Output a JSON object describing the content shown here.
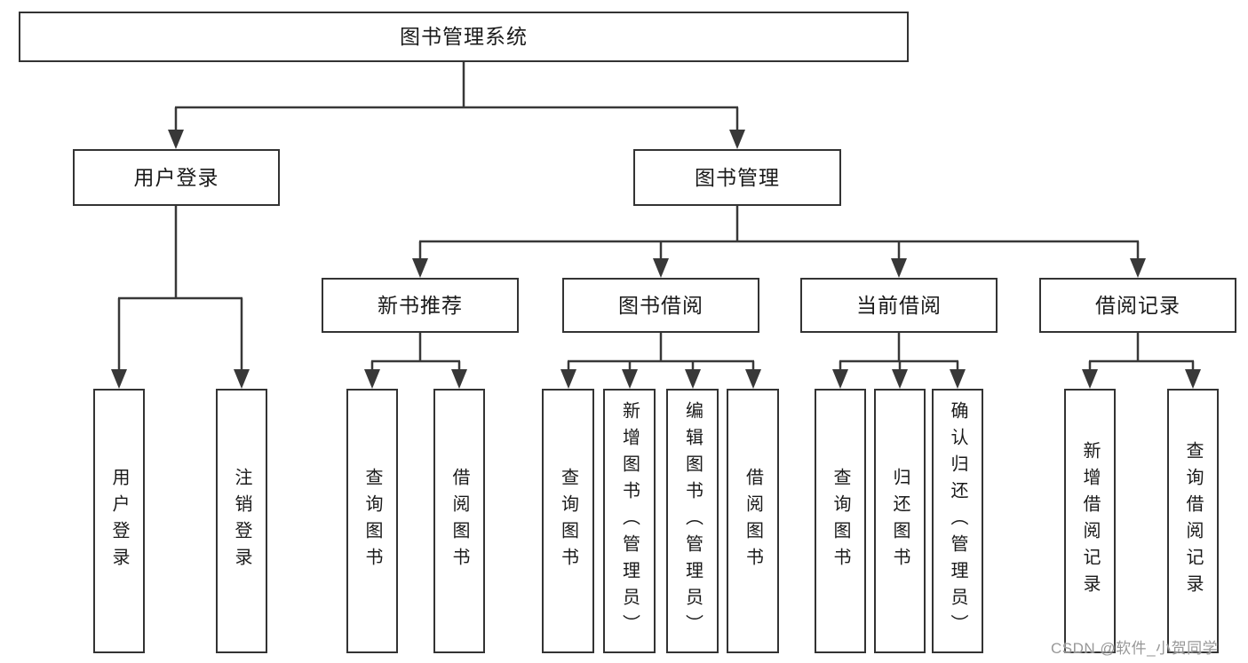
{
  "colors": {
    "background": "#ffffff",
    "box_border": "#333333",
    "connector_line": "#383838",
    "text": "#1a1a1a",
    "watermark": "#989898"
  },
  "tree": {
    "root": "图书管理系统",
    "children": [
      {
        "label": "用户登录",
        "children": [
          "用户登录",
          "注销登录"
        ]
      },
      {
        "label": "图书管理",
        "children": [
          {
            "label": "新书推荐",
            "children": [
              "查询图书",
              "借阅图书"
            ]
          },
          {
            "label": "图书借阅",
            "children": [
              "查询图书",
              "新增图书（管理员）",
              "编辑图书（管理员）",
              "借阅图书"
            ]
          },
          {
            "label": "当前借阅",
            "children": [
              "查询图书",
              "归还图书",
              "确认归还（管理员）"
            ]
          },
          {
            "label": "借阅记录",
            "children": [
              "新增借阅记录",
              "查询借阅记录"
            ]
          }
        ]
      }
    ]
  },
  "watermark": {
    "text": "CSDN @软件_小贺同学"
  }
}
